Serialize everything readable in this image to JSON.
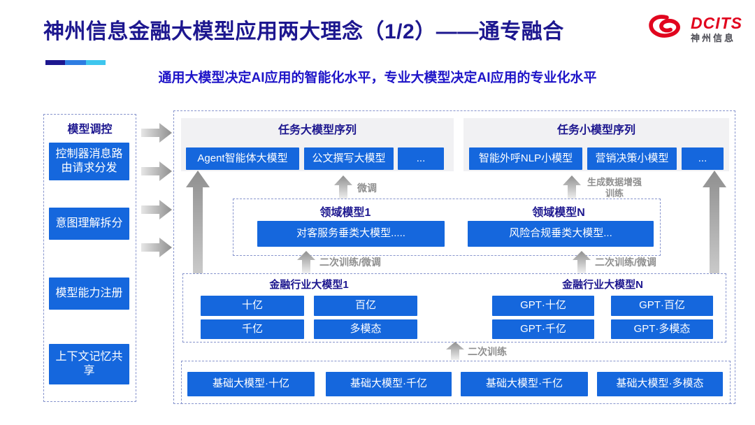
{
  "header": {
    "title": "神州信息金融大模型应用两大理念（1/2）——通专融合",
    "subtitle": "通用大模型决定AI应用的智能化水平，专业大模型决定AI应用的专业化水平",
    "logo": {
      "name": "DCITS",
      "subname": "神州信息"
    }
  },
  "colors": {
    "accent_blue": "#1567dd",
    "navy_title": "#1d178f",
    "subtitle_blue": "#1e14c8",
    "logo_red": "#e1051e",
    "dashed_border": "#8794cd",
    "gray_label": "#8f8f8f",
    "group_bg": "#f1f1f3"
  },
  "icons": {
    "logo": "dcits-swirl-logo-icon",
    "flow_right": "flow-arrow-right-icon",
    "flow_up": "flow-arrow-up-icon"
  },
  "sidebar": {
    "title": "模型调控",
    "items": [
      {
        "label": "控制器消息路由请求分发"
      },
      {
        "label": "意图理解拆分"
      },
      {
        "label": "模型能力注册"
      },
      {
        "label": "上下文记忆共享"
      }
    ]
  },
  "main": {
    "task_large": {
      "title": "任务大模型序列",
      "buttons": [
        "Agent智能体大模型",
        "公文撰写大模型",
        "..."
      ]
    },
    "task_small": {
      "title": "任务小模型序列",
      "buttons": [
        "智能外呼NLP小模型",
        "营销决策小模型",
        "..."
      ]
    },
    "labels": {
      "fine_tune": "微调",
      "gen_data_train": "生成数据增强训练",
      "secondary_left": "二次训练/微调",
      "secondary_right": "二次训练/微调",
      "secondary_train": "二次训练"
    },
    "domain": {
      "left": {
        "title": "领域模型1",
        "button": "对客服务垂类大模型....."
      },
      "right": {
        "title": "领域模型N",
        "button": "风险合规垂类大模型..."
      }
    },
    "industry": {
      "left": {
        "title": "金融行业大模型1",
        "buttons": [
          "十亿",
          "百亿",
          "千亿",
          "多模态"
        ]
      },
      "right": {
        "title": "金融行业大模型N",
        "buttons": [
          "GPT·十亿",
          "GPT·百亿",
          "GPT·千亿",
          "GPT·多模态"
        ]
      }
    },
    "base": {
      "buttons": [
        "基础大模型·十亿",
        "基础大模型·千亿",
        "基础大模型·千亿",
        "基础大模型·多模态"
      ]
    }
  }
}
